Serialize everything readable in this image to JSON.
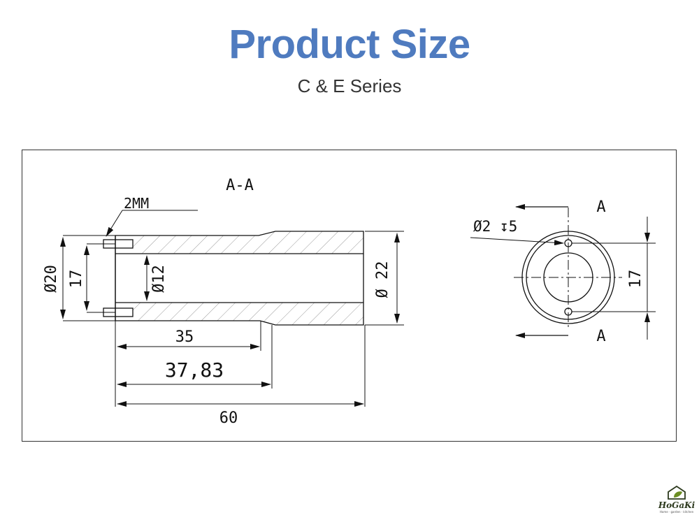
{
  "header": {
    "title": "Product Size",
    "subtitle": "C & E Series"
  },
  "drawing": {
    "section_label": "A-A",
    "annotations": {
      "depth_2mm": "2MM",
      "outer_diameter_20": "Ø20",
      "bolt_spacing_17": "17",
      "inner_diameter_12": "Ø12",
      "diameter_22": "Ø 22",
      "length_35": "35",
      "length_37_83": "37,83",
      "length_60": "60",
      "hole_spec": "Ø2  ↧5",
      "end_view_section_top": "A",
      "end_view_section_bottom": "A",
      "end_view_spacing_17": "17"
    }
  },
  "logo": {
    "name": "HoGaKi",
    "tagline": "Home · garden · kitchen"
  },
  "colors": {
    "title": "#4f7bbf",
    "subtitle": "#333333",
    "line": "#111111",
    "hatch": "#999999",
    "logo_brand": "#2d3a1e",
    "logo_leaf": "#6b8e23"
  }
}
